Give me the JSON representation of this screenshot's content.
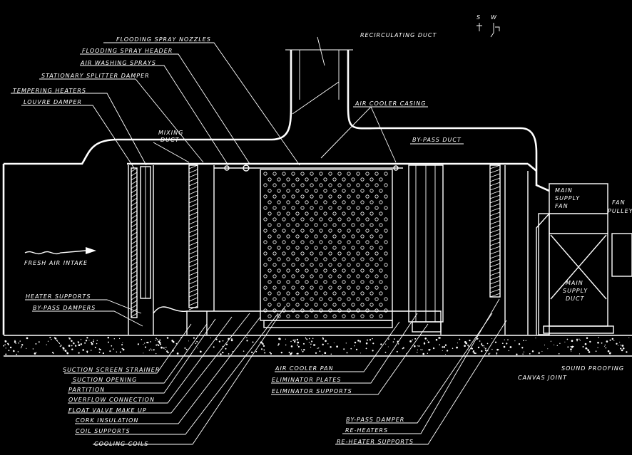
{
  "compass": {
    "s": "S",
    "w": "W"
  },
  "labels": {
    "recirculating_duct": "RECIRCULATING DUCT",
    "flooding_spray_nozzles": "FLOODING SPRAY NOZZLES",
    "flooding_spray_header": "FLOODING SPRAY HEADER",
    "air_washing_sprays": "AIR WASHING SPRAYS",
    "stationary_splitter_damper": "STATIONARY SPLITTER DAMPER",
    "tempering_heaters": "TEMPERING HEATERS",
    "louvre_damper": "LOUVRE DAMPER",
    "mixing_duct_1": "MIXING",
    "mixing_duct_2": "DUCT",
    "air_cooler_casing": "AIR COOLER CASING",
    "by_pass_duct": "BY-PASS DUCT",
    "main_supply_fan_1": "MAIN",
    "main_supply_fan_2": "SUPPLY",
    "main_supply_fan_3": "FAN",
    "fan_pulley_1": "FAN",
    "fan_pulley_2": "PULLEY",
    "main_supply_duct_1": "MAIN",
    "main_supply_duct_2": "SUPPLY",
    "main_supply_duct_3": "DUCT",
    "fresh_air_intake": "FRESH AIR INTAKE",
    "heater_supports": "HEATER SUPPORTS",
    "by_pass_dampers": "BY-PASS DAMPERS",
    "suction_screen_strainer": "SUCTION SCREEN STRAINER",
    "suction_opening": "SUCTION OPENING",
    "partition": "PARTITION",
    "overflow_connection": "OVERFLOW CONNECTION",
    "float_valve_make_up": "FLOAT VALVE MAKE UP",
    "cork_insulation": "CORK INSULATION",
    "coil_supports": "COIL SUPPORTS",
    "cooling_coils": "COOLING COILS",
    "air_cooler_pan": "AIR COOLER PAN",
    "eliminator_plates": "ELIMINATOR PLATES",
    "eliminator_supports": "ELIMINATOR SUPPORTS",
    "sound_proofing": "SOUND PROOFING",
    "canvas_joint": "CANVAS JOINT",
    "by_pass_damper": "BY-PASS DAMPER",
    "re_heaters": "RE-HEATERS",
    "re_heater_supports": "RE-HEATER SUPPORTS"
  }
}
